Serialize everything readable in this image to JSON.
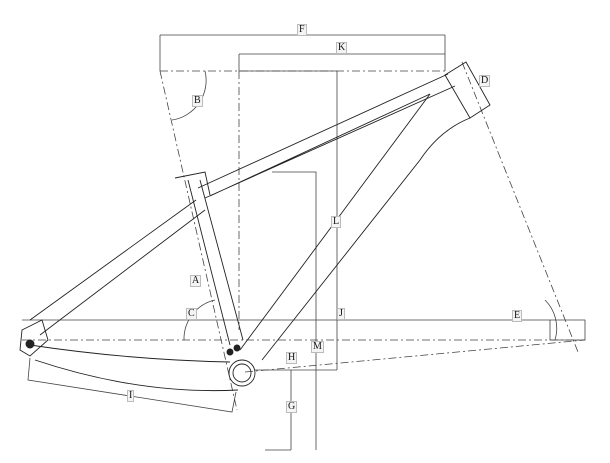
{
  "diagram": {
    "title": "Bicycle frame geometry",
    "labels": {
      "F": "F",
      "K": "K",
      "B": "B",
      "D": "D",
      "L": "L",
      "A": "A",
      "C": "C",
      "J": "J",
      "E": "E",
      "M": "M",
      "H": "H",
      "G": "G",
      "I": "I"
    },
    "colors": {
      "line": "#222222",
      "thin": "#555555",
      "label_bg": "#f4f4f4"
    }
  }
}
